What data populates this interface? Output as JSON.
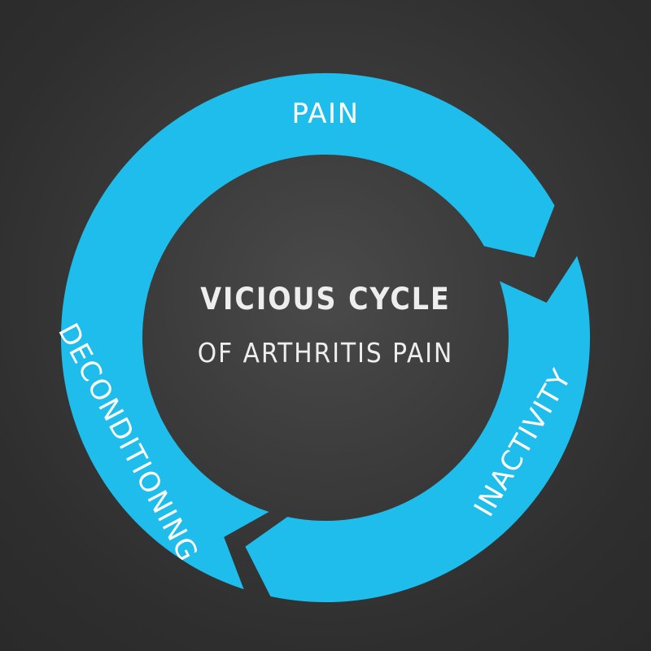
{
  "diagram": {
    "title_line1": "VICIOUS CYCLE",
    "title_line2": "OF ARTHRITIS PAIN",
    "segments": [
      {
        "label": "PAIN"
      },
      {
        "label": "INACTIVITY"
      },
      {
        "label": "DECONDITIONING"
      }
    ],
    "colors": {
      "background": "#333333",
      "ring": "#1ebdeb",
      "text": "#ffffff"
    }
  }
}
